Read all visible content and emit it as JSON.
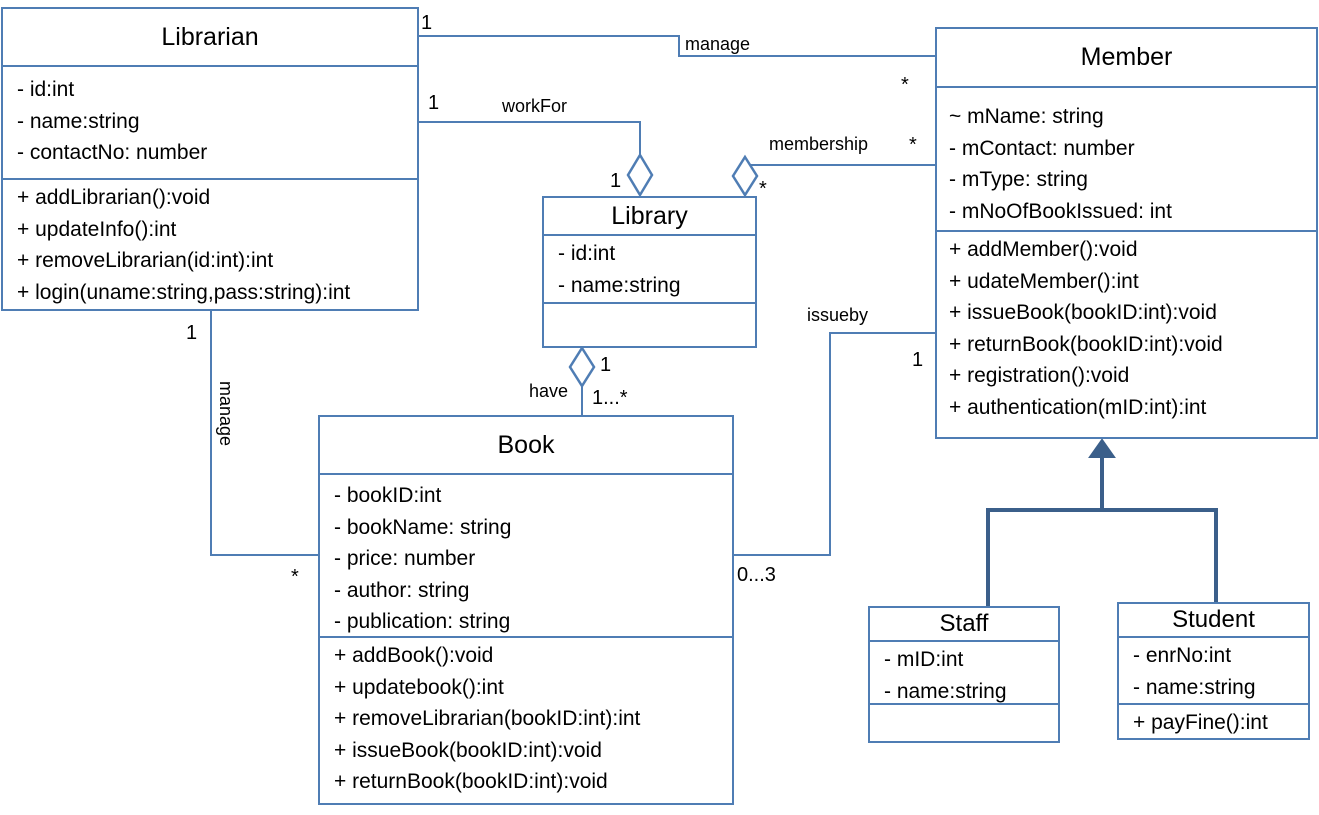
{
  "classes": {
    "librarian": {
      "name": "Librarian",
      "attributes": [
        "- id:int",
        "- name:string",
        "- contactNo: number"
      ],
      "operations": [
        "+ addLibrarian():void",
        "+ updateInfo():int",
        "+ removeLibrarian(id:int):int",
        "+ login(uname:string,pass:string):int"
      ]
    },
    "library": {
      "name": "Library",
      "attributes": [
        "- id:int",
        "- name:string"
      ],
      "operations": []
    },
    "member": {
      "name": "Member",
      "attributes": [
        "~ mName: string",
        "- mContact: number",
        "- mType: string",
        "- mNoOfBookIssued:  int"
      ],
      "operations": [
        "+ addMember():void",
        "+ udateMember():int",
        "+ issueBook(bookID:int):void",
        "+ returnBook(bookID:int):void",
        "+ registration():void",
        "+ authentication(mID:int):int"
      ]
    },
    "book": {
      "name": "Book",
      "attributes": [
        "- bookID:int",
        "- bookName: string",
        "- price: number",
        "- author: string",
        "- publication: string"
      ],
      "operations": [
        "+ addBook():void",
        "+ updatebook():int",
        "+ removeLibrarian(bookID:int):int",
        "+ issueBook(bookID:int):void",
        "+ returnBook(bookID:int):void"
      ]
    },
    "staff": {
      "name": "Staff",
      "attributes": [
        "- mID:int",
        "- name:string"
      ],
      "operations": []
    },
    "student": {
      "name": "Student",
      "attributes": [
        "- enrNo:int",
        "- name:string"
      ],
      "operations": [
        "+ payFine():int"
      ]
    }
  },
  "associations": {
    "librarian_member": {
      "label": "manage",
      "mult_librarian": "1",
      "mult_member": "*"
    },
    "librarian_library": {
      "label": "workFor",
      "mult_librarian": "1",
      "mult_library": "1"
    },
    "member_library": {
      "label": "membership",
      "mult_member": "*",
      "mult_library": "*"
    },
    "library_book": {
      "label": "have",
      "mult_library": "1",
      "mult_book": "1...*"
    },
    "librarian_book": {
      "label": "manage",
      "mult_librarian": "1",
      "mult_book": "*"
    },
    "member_book": {
      "label": "issueby",
      "mult_member": "1",
      "mult_book": "0...3"
    }
  },
  "colors": {
    "line": "#4f7db4",
    "generalization": "#3b5f8a"
  }
}
